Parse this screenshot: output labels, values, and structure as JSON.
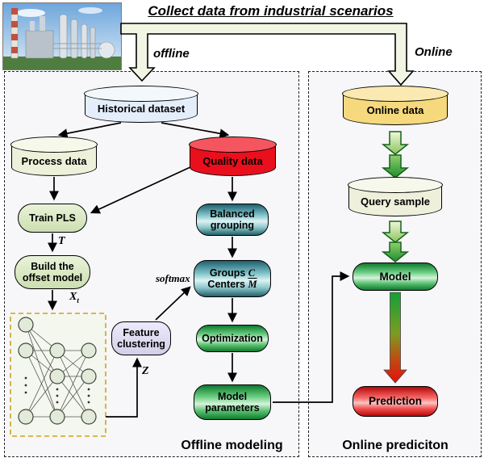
{
  "header": {
    "title": "Collect data from industrial scenarios",
    "offline_label": "offline",
    "online_label": "Online"
  },
  "offline": {
    "caption": "Offline modeling",
    "historical_dataset": "Historical dataset",
    "process_data": "Process data",
    "quality_data": "Quality data",
    "train_pls": "Train PLS",
    "offset_model_line1": "Build the",
    "offset_model_line2": "offset model",
    "feature_clustering_line1": "Feature",
    "feature_clustering_line2": "clustering",
    "balanced_grouping_line1": "Balanced",
    "balanced_grouping_line2": "grouping",
    "groups_word": "Groups",
    "groups_symbol": "C",
    "centers_word": "Centers",
    "centers_symbol": "M",
    "optimization": "Optimization",
    "model_parameters_line1": "Model",
    "model_parameters_line2": "parameters",
    "t_symbol": "T",
    "x_symbol": "X",
    "x_subscript": "t",
    "z_symbol": "Z",
    "softmax_label": "softmax"
  },
  "online": {
    "caption": "Online prediciton",
    "online_data": "Online data",
    "query_sample": "Query sample",
    "model": "Model",
    "prediction": "Prediction"
  }
}
